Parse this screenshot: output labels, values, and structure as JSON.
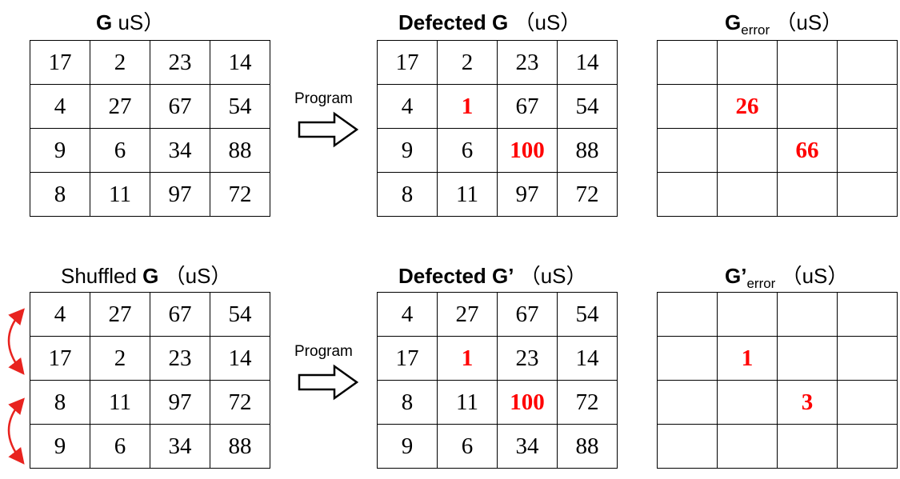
{
  "titles": {
    "g": {
      "bold": "G",
      "rest": " uS）"
    },
    "dg": {
      "bold": "Defected G",
      "rest": " （uS）"
    },
    "ge": {
      "bold": "G",
      "sub": "error",
      "rest": " （uS）"
    },
    "sg": {
      "pre": "Shuffled ",
      "bold": "G",
      "rest": " （uS）"
    },
    "dg2": {
      "bold": "Defected G’",
      "rest": " （uS）"
    },
    "ge2": {
      "bold": "G’",
      "sub": "error",
      "rest": " （uS）"
    }
  },
  "program_label": "Program",
  "tables": {
    "g": [
      [
        "17",
        "2",
        "23",
        "14"
      ],
      [
        "4",
        "27",
        "67",
        "54"
      ],
      [
        "9",
        "6",
        "34",
        "88"
      ],
      [
        "8",
        "11",
        "97",
        "72"
      ]
    ],
    "dg": [
      [
        "17",
        "2",
        "23",
        "14"
      ],
      [
        "4",
        "1",
        "67",
        "54"
      ],
      [
        "9",
        "6",
        "100",
        "88"
      ],
      [
        "8",
        "11",
        "97",
        "72"
      ]
    ],
    "ge": [
      [
        "",
        "",
        "",
        ""
      ],
      [
        "",
        "26",
        "",
        ""
      ],
      [
        "",
        "",
        "66",
        ""
      ],
      [
        "",
        "",
        "",
        ""
      ]
    ],
    "sg": [
      [
        "4",
        "27",
        "67",
        "54"
      ],
      [
        "17",
        "2",
        "23",
        "14"
      ],
      [
        "8",
        "11",
        "97",
        "72"
      ],
      [
        "9",
        "6",
        "34",
        "88"
      ]
    ],
    "dg2": [
      [
        "4",
        "27",
        "67",
        "54"
      ],
      [
        "17",
        "1",
        "23",
        "14"
      ],
      [
        "8",
        "11",
        "100",
        "72"
      ],
      [
        "9",
        "6",
        "34",
        "88"
      ]
    ],
    "ge2": [
      [
        "",
        "",
        "",
        ""
      ],
      [
        "",
        "1",
        "",
        ""
      ],
      [
        "",
        "",
        "3",
        ""
      ],
      [
        "",
        "",
        "",
        ""
      ]
    ]
  },
  "highlight_cells": {
    "dg": [
      "1-1",
      "2-2"
    ],
    "ge": [
      "1-1",
      "2-2"
    ],
    "dg2": [
      "1-1",
      "2-2"
    ],
    "ge2": [
      "1-1",
      "2-2"
    ]
  },
  "colors": {
    "highlight": "#ff0000",
    "swap_arrow": "#e8231f"
  }
}
